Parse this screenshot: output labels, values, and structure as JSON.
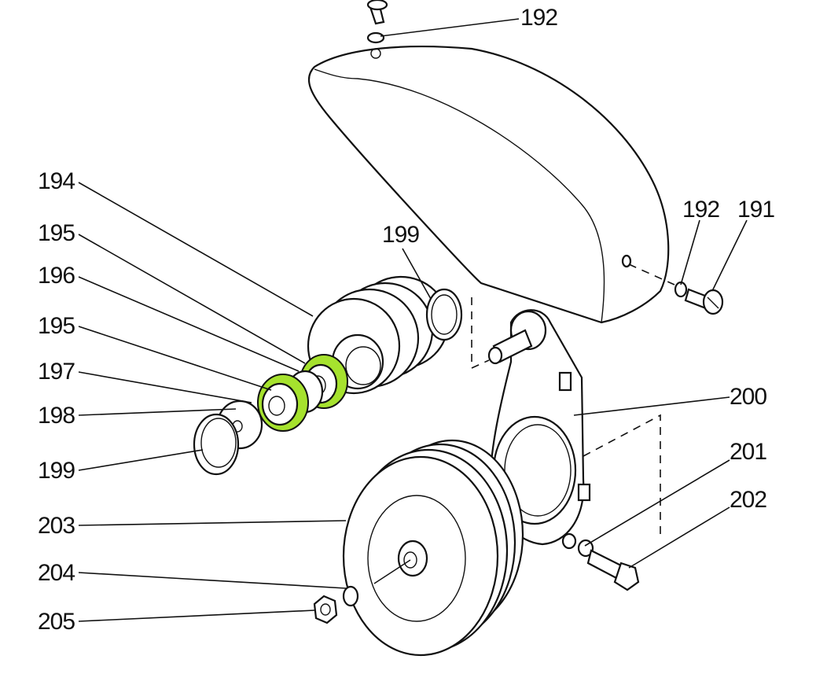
{
  "labels": {
    "l191": "191",
    "l192a": "192",
    "l192b": "192",
    "l194": "194",
    "l195a": "195",
    "l196": "196",
    "l195b": "195",
    "l197": "197",
    "l198": "198",
    "l199a": "199",
    "l199b": "199",
    "l200": "200",
    "l201": "201",
    "l202": "202",
    "l203": "203",
    "l204": "204",
    "l205": "205"
  },
  "colors": {
    "highlight": "#a6e22e",
    "line": "#111111",
    "paper": "#ffffff"
  }
}
